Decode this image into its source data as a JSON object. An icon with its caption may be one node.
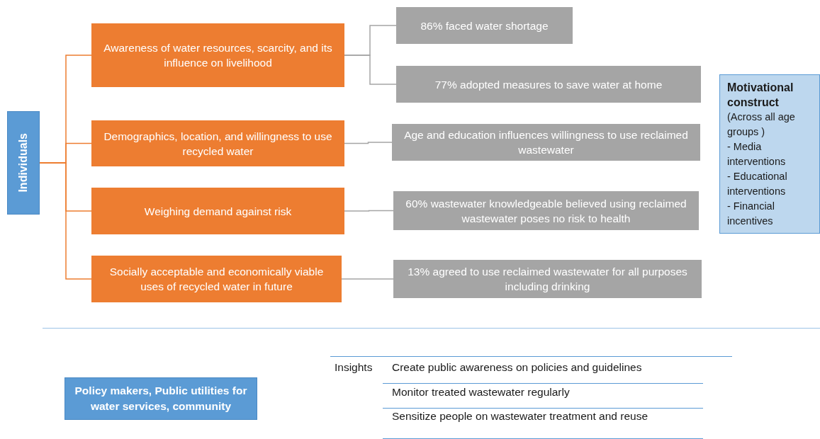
{
  "diagram": {
    "nodes": [
      {
        "text": [
          "Individuals"
        ]
      },
      {
        "text": [
          "Awareness of water resources, scarcity, and its influence on livelihood"
        ]
      },
      {
        "text": [
          "Demographics, location, and willingness to use recycled water"
        ]
      },
      {
        "text": [
          "Weighing demand against risk"
        ]
      },
      {
        "text": [
          "Socially acceptable and economically viable uses of recycled water in future"
        ]
      },
      {
        "text": [
          "86% faced water shortage"
        ]
      },
      {
        "text": [
          "77% adopted measures to save water at home"
        ]
      },
      {
        "text": [
          "Age and education influences willingness to use reclaimed wastewater"
        ]
      },
      {
        "text": [
          "60% wastewater knowledgeable believed using reclaimed wastewater poses no risk to health"
        ]
      },
      {
        "text": [
          "13% agreed to use reclaimed wastewater for all purposes including drinking"
        ]
      },
      {
        "text": [
          "Motivational construct",
          "(Across all age groups )",
          "- Media interventions",
          "- Educational interventions",
          "- Financial incentives"
        ]
      },
      {
        "text": [
          "Policy makers, Public utilities for water services, community"
        ]
      }
    ],
    "edges": [
      {
        "from": 0,
        "to": 1,
        "arrow": "none",
        "color": "#ed7d31"
      },
      {
        "from": 0,
        "to": 2,
        "arrow": "none",
        "color": "#ed7d31"
      },
      {
        "from": 0,
        "to": 3,
        "arrow": "none",
        "color": "#ed7d31"
      },
      {
        "from": 0,
        "to": 4,
        "arrow": "none",
        "color": "#ed7d31"
      },
      {
        "from": 1,
        "to": 5,
        "arrow": "none"
      },
      {
        "from": 1,
        "to": 6,
        "arrow": "none"
      },
      {
        "from": 2,
        "to": 7,
        "arrow": "none"
      },
      {
        "from": 3,
        "to": 8,
        "arrow": "none"
      },
      {
        "from": 4,
        "to": 9,
        "arrow": "none"
      }
    ],
    "labels": [
      "Insights",
      "Create public awareness on policies and guidelines",
      "Monitor treated wastewater regularly",
      "Sensitize people on wastewater treatment and reuse"
    ]
  }
}
